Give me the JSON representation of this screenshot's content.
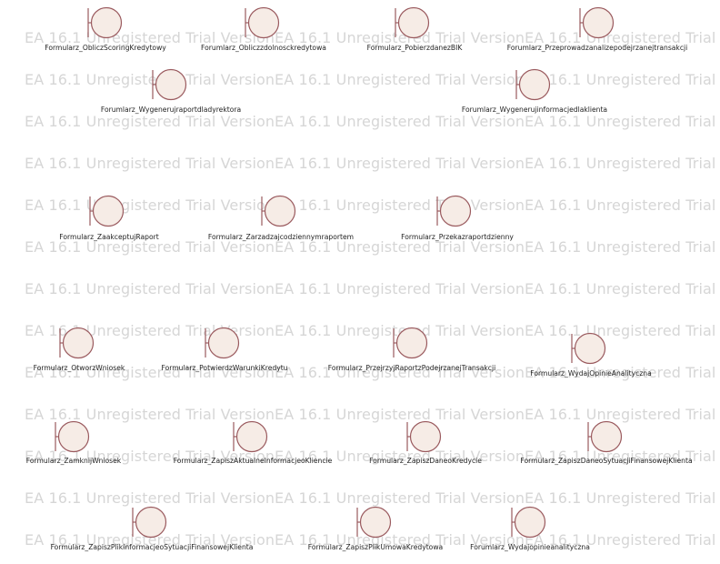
{
  "watermark": {
    "text": "EA 16.1 Unregistered Trial Version"
  },
  "colors": {
    "fill": "#f6ece6",
    "stroke": "#9a5a5e",
    "label": "#222222",
    "watermark": "#d6d6d6"
  },
  "elements": [
    {
      "label": "Formularz_ObliczScoringKredytowy"
    },
    {
      "label": "Forumlarz_Obliczzdolnosckredytowa"
    },
    {
      "label": "Formularz_PobierzdanezBIK"
    },
    {
      "label": "Forumlarz_Przeprowadzanalizepodejrzanejtransakcji"
    },
    {
      "label": "Forumlarz_Wygenerujraportdladyrektora"
    },
    {
      "label": "Forumlarz_Wygenerujinformacjedlaklienta"
    },
    {
      "label": "Formularz_ZaakceptujRaport"
    },
    {
      "label": "Formularz_Zarzadzajcodziennymraportem"
    },
    {
      "label": "Formularz_Przekazraportdzienny"
    },
    {
      "label": "Formularz_OtworzWniosek"
    },
    {
      "label": "Formularz_PotwierdzWarunkiKredytu"
    },
    {
      "label": "Formularz_PrzejrzyjRaportzPodejrzanejTransakcji"
    },
    {
      "label": "Formularz_WydajOpinieAnalityczna"
    },
    {
      "label": "Formularz_ZamknijWniosek"
    },
    {
      "label": "Formularz_ZapiszAktualneInformacjeoKliencie"
    },
    {
      "label": "Formularz_ZapiszDaneoKredycie"
    },
    {
      "label": "Formularz_ZapiszDaneoSytuacjiFinansowejKlienta"
    },
    {
      "label": "Formularz_ZapiszPlikInformacjeoSytuacjiFinansowejKlienta"
    },
    {
      "label": "Formularz_ZapiszPlikUmowaKredytowa"
    },
    {
      "label": "Forumlarz_Wydajopinieanalityczna"
    }
  ]
}
